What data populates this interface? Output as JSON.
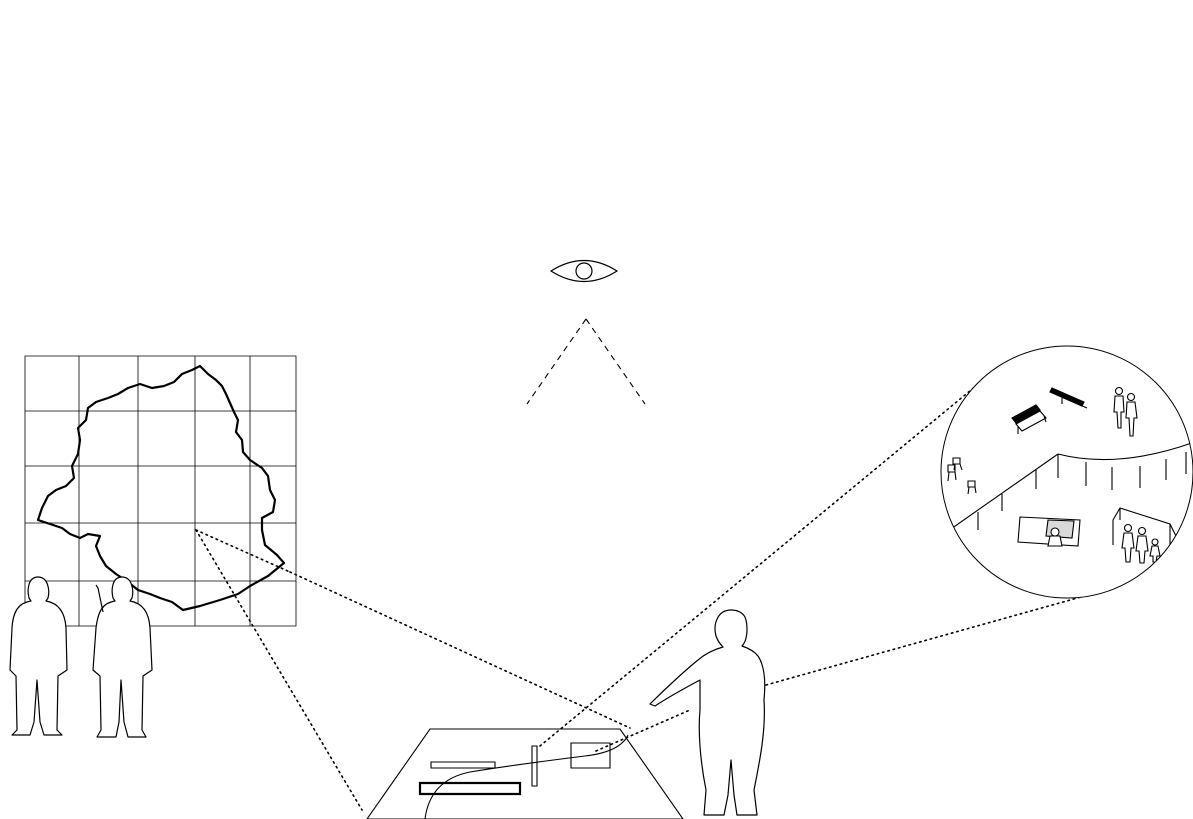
{
  "diagram": {
    "colors": {
      "ink": "#000000",
      "background": "#ffffff"
    },
    "components": [
      {
        "id": "eye",
        "icon": "eye-icon"
      },
      {
        "id": "viewing-cone",
        "style": "dashed"
      },
      {
        "id": "gridded-map",
        "grid": "5x5",
        "content": "city-boundary-outline"
      },
      {
        "id": "standing-viewers",
        "count": 2
      },
      {
        "id": "pointing-person",
        "count": 1
      },
      {
        "id": "planning-table-model"
      },
      {
        "id": "street-scene-magnifier",
        "content": [
          "benches",
          "chairs",
          "pedestrians",
          "canopy",
          "market-stalls"
        ]
      },
      {
        "id": "sightlines",
        "style": "dotted"
      }
    ]
  }
}
